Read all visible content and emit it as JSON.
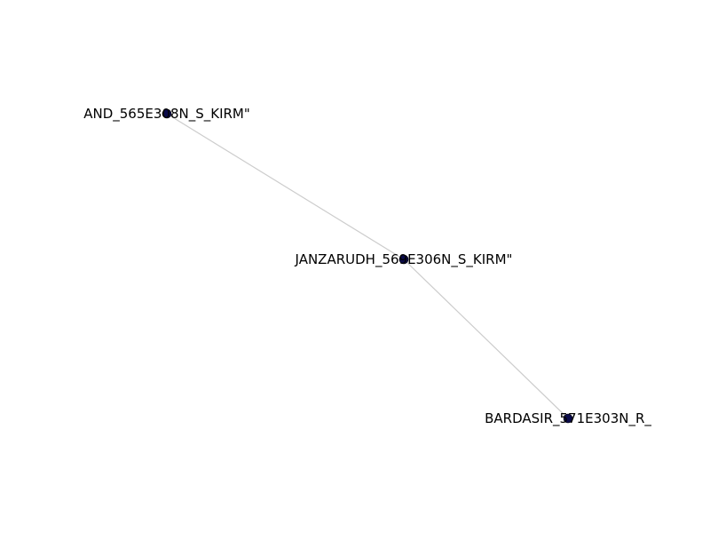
{
  "graph": {
    "nodes": [
      {
        "id": "n1",
        "label": "AND_565E308N_S_KIRM\""
      },
      {
        "id": "n2",
        "label": "JANZARUDH_569E306N_S_KIRM\""
      },
      {
        "id": "n3",
        "label": "BARDASIR_571E303N_R_"
      }
    ],
    "edges": [
      {
        "source": "n1",
        "target": "n2"
      },
      {
        "source": "n2",
        "target": "n3"
      }
    ],
    "colors": {
      "node": "#0a0a4a",
      "edge": "#cccccc",
      "label": "#000000"
    }
  }
}
